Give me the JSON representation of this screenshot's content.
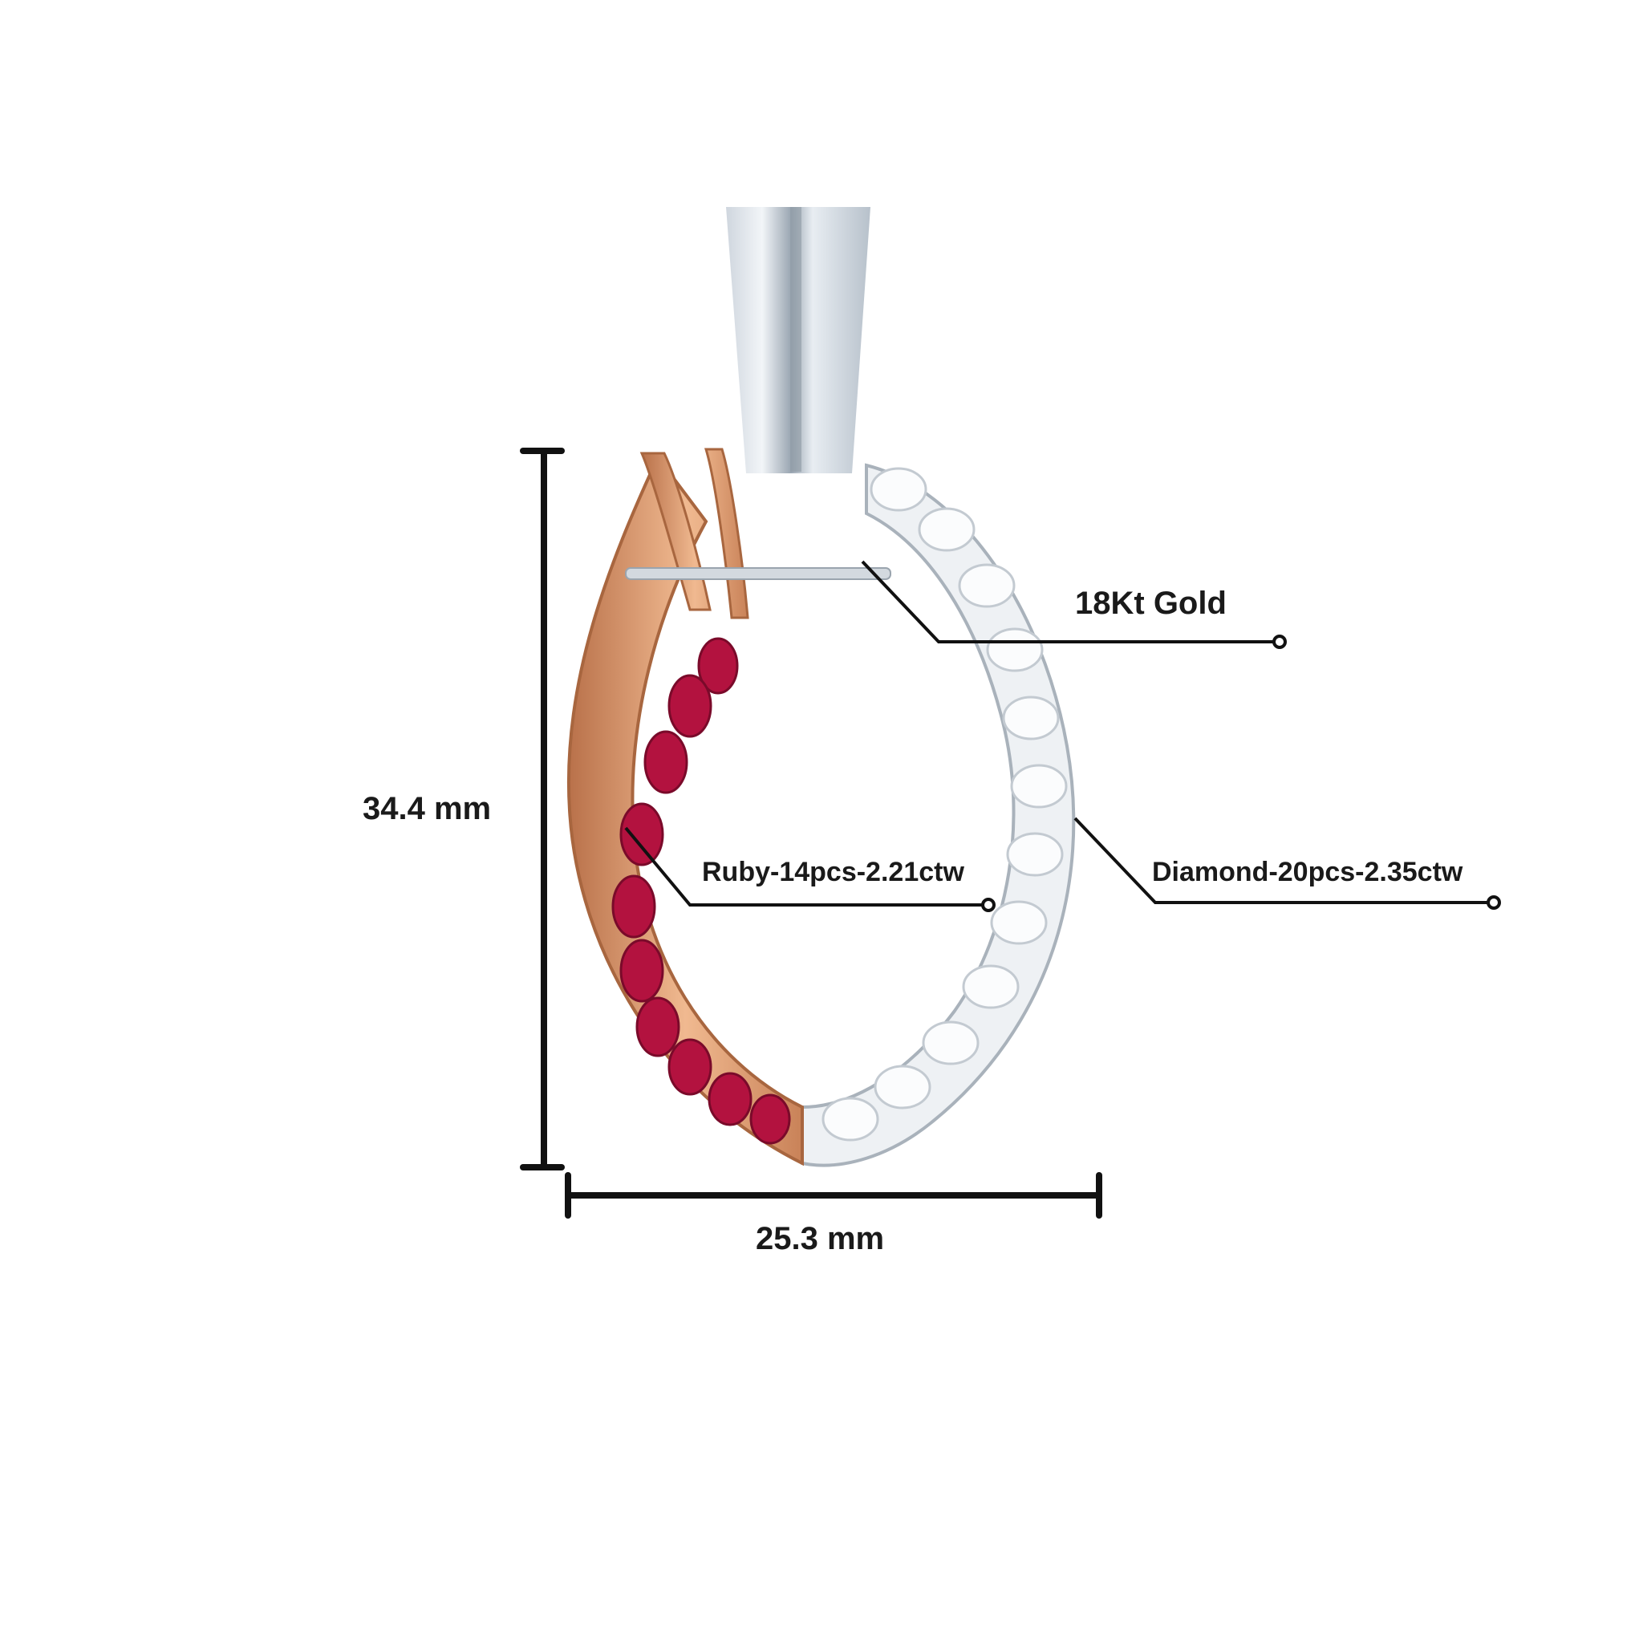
{
  "image": {
    "subject": "ruby and diamond hoop earring on display stand",
    "background_color": "#ffffff"
  },
  "annotations": {
    "metal": "18Kt Gold",
    "ruby": "Ruby-14pcs-2.21ctw",
    "diamond": "Diamond-20pcs-2.35ctw"
  },
  "dimensions": {
    "height": "34.4 mm",
    "width": "25.3 mm"
  },
  "colors": {
    "line": "#111111",
    "rose_gold": "#d99a6c",
    "ruby": "#b3123f",
    "white_gold": "#d8dce0",
    "diamond": "#f4f6f8"
  }
}
